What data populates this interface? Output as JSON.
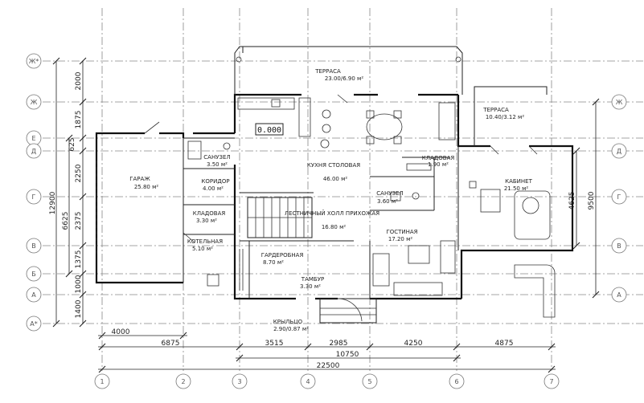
{
  "grid_rows": [
    {
      "id": "row-zh-star",
      "label": "Ж*"
    },
    {
      "id": "row-zh",
      "label": "Ж"
    },
    {
      "id": "row-e",
      "label": "Е"
    },
    {
      "id": "row-d",
      "label": "Д"
    },
    {
      "id": "row-g",
      "label": "Г"
    },
    {
      "id": "row-v",
      "label": "В"
    },
    {
      "id": "row-b",
      "label": "Б"
    },
    {
      "id": "row-a",
      "label": "А"
    },
    {
      "id": "row-a-star",
      "label": "А*"
    }
  ],
  "grid_cols": [
    "1",
    "2",
    "3",
    "4",
    "5",
    "6",
    "7"
  ],
  "left_dims": [
    "2000",
    "1875",
    "625",
    "2250",
    "2375",
    "1375",
    "1000",
    "1400"
  ],
  "left_totals": [
    "6625",
    "12900"
  ],
  "right_dims": [
    "4625",
    "9500"
  ],
  "bottom_dims": {
    "row1": [
      "4000"
    ],
    "row2": [
      "6875",
      "3515",
      "2985",
      "4250",
      "4875"
    ],
    "row3": [
      "10750"
    ],
    "row4": [
      "22500"
    ]
  },
  "rooms": [
    {
      "id": "terrace-top",
      "name": "ТЕРРАСА",
      "area": "23.00/6.90 м²"
    },
    {
      "id": "terrace-right",
      "name": "ТЕРРАСА",
      "area": "10.40/3.12 м²"
    },
    {
      "id": "garage",
      "name": "ГАРАЖ",
      "area": "25.80 м²"
    },
    {
      "id": "wc-left",
      "name": "САНУЗЕЛ",
      "area": "3.50 м²"
    },
    {
      "id": "corridor",
      "name": "КОРИДОР",
      "area": "4.00 м²"
    },
    {
      "id": "storage-left",
      "name": "КЛАДОВАЯ",
      "area": "3.30 м²"
    },
    {
      "id": "boiler",
      "name": "КОТЕЛЬНАЯ",
      "area": "5.10 м²"
    },
    {
      "id": "kitchen",
      "name": "КУХНЯ СТОЛОВАЯ",
      "area": "46.00 м²"
    },
    {
      "id": "storage-right",
      "name": "КЛАДОВАЯ",
      "area": "1.90 м²"
    },
    {
      "id": "wc-center",
      "name": "САНУЗЕЛ",
      "area": "3.60 м²"
    },
    {
      "id": "hall",
      "name": "ЛЕСТНИЧНЫЙ ХОЛЛ ПРИХОЖАЯ",
      "area": "16.80 м²"
    },
    {
      "id": "study",
      "name": "КАБИНЕТ",
      "area": "21.50 м²"
    },
    {
      "id": "living",
      "name": "ГОСТИНАЯ",
      "area": "17.20 м²"
    },
    {
      "id": "wardrobe",
      "name": "ГАРДЕРОБНАЯ",
      "area": "8.70 м²"
    },
    {
      "id": "vestibule",
      "name": "ТАМБУР",
      "area": "3.30 м²"
    },
    {
      "id": "porch",
      "name": "КРЫЛЬЦО",
      "area": "2.90/0.87 м²"
    }
  ],
  "display_value": "0.000"
}
